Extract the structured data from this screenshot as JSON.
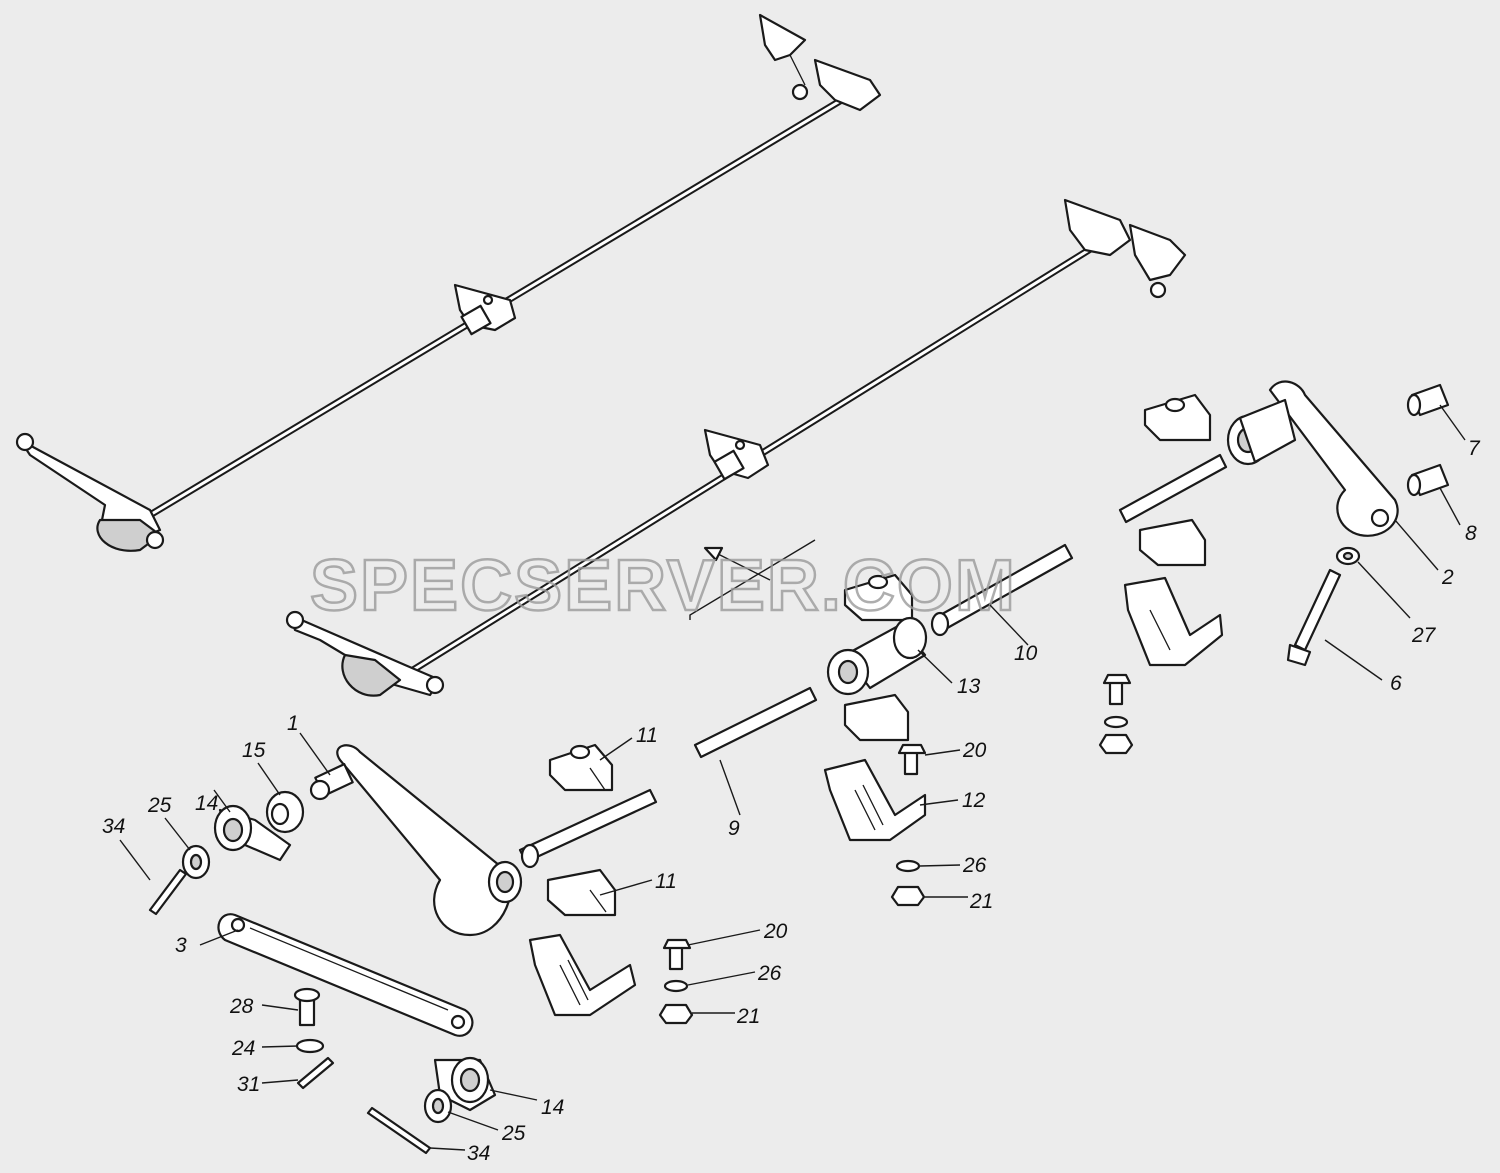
{
  "watermark": "SPECSERVER.COM",
  "callouts": {
    "c1": "1",
    "c2": "2",
    "c3": "3",
    "c6": "6",
    "c7": "7",
    "c8": "8",
    "c9": "9",
    "c10": "10",
    "c11a": "11",
    "c11b": "11",
    "c12": "12",
    "c13": "13",
    "c14a": "14",
    "c14b": "14",
    "c15": "15",
    "c20a": "20",
    "c20b": "20",
    "c21a": "21",
    "c21b": "21",
    "c24": "24",
    "c25a": "25",
    "c25b": "25",
    "c26a": "26",
    "c26b": "26",
    "c27": "27",
    "c28": "28",
    "c31": "31",
    "c34a": "34",
    "c34b": "34"
  }
}
